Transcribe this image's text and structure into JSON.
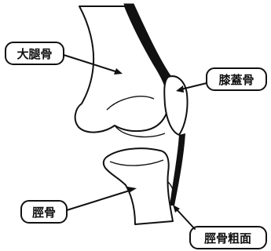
{
  "labels": {
    "femur": "大腿骨",
    "patella": "膝蓋骨",
    "tibia": "脛骨",
    "tibial_tuberosity": "脛骨粗面"
  }
}
